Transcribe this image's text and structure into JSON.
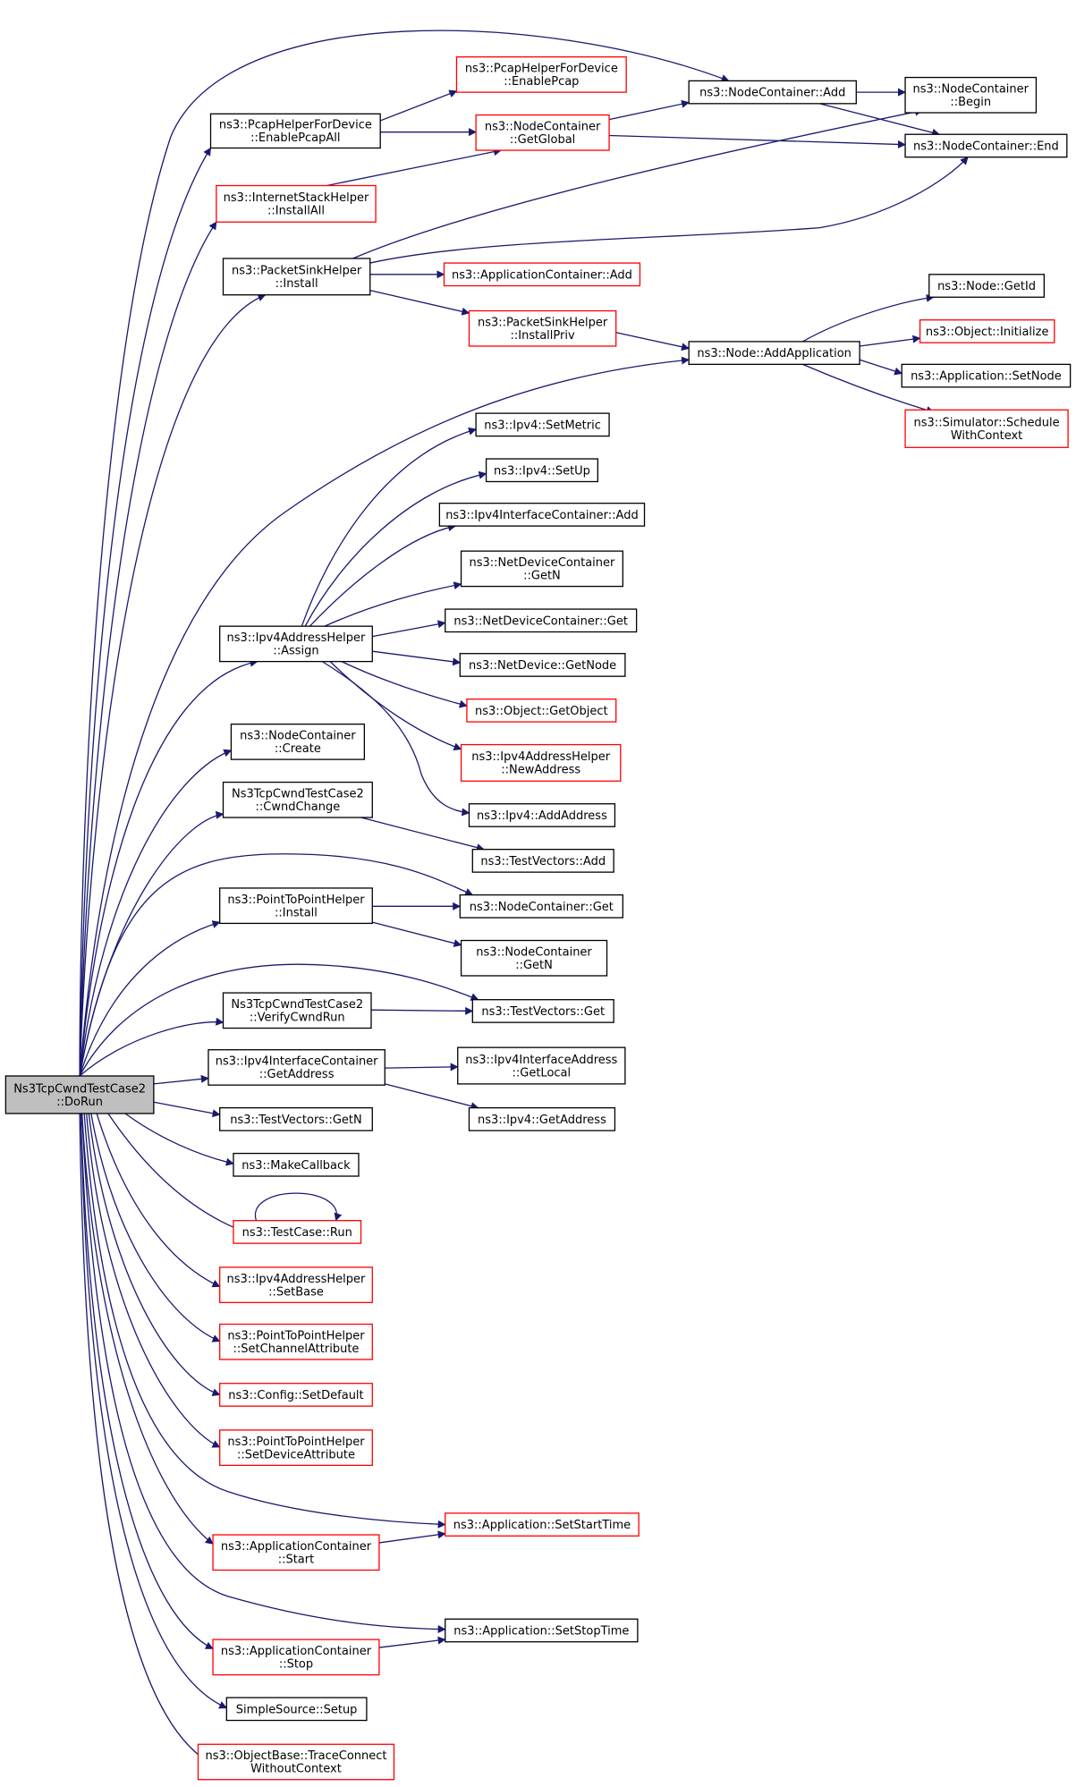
{
  "colors": {
    "edge": "#191970",
    "node_border_documented": "#000000",
    "node_border_undocumented": "#ff0000",
    "root_fill": "#bfbfbf",
    "node_fill": "#ffffff"
  },
  "root": {
    "id": "root",
    "lines": [
      "Ns3TcpCwndTestCase2",
      "::DoRun"
    ]
  },
  "nodes": [
    {
      "id": "n_pcap_all",
      "lines": [
        "ns3::PcapHelperForDevice",
        "::EnablePcapAll"
      ],
      "border": "black"
    },
    {
      "id": "n_inet_all",
      "lines": [
        "ns3::InternetStackHelper",
        "::InstallAll"
      ],
      "border": "red"
    },
    {
      "id": "n_pkt_install",
      "lines": [
        "ns3::PacketSinkHelper",
        "::Install"
      ],
      "border": "black"
    },
    {
      "id": "n_ipv4_assign",
      "lines": [
        "ns3::Ipv4AddressHelper",
        "::Assign"
      ],
      "border": "black"
    },
    {
      "id": "n_nc_create",
      "lines": [
        "ns3::NodeContainer",
        "::Create"
      ],
      "border": "black"
    },
    {
      "id": "n_cwnd_change",
      "lines": [
        "Ns3TcpCwndTestCase2",
        "::CwndChange"
      ],
      "border": "black"
    },
    {
      "id": "n_p2p_install",
      "lines": [
        "ns3::PointToPointHelper",
        "::Install"
      ],
      "border": "black"
    },
    {
      "id": "n_verify",
      "lines": [
        "Ns3TcpCwndTestCase2",
        "::VerifyCwndRun"
      ],
      "border": "black"
    },
    {
      "id": "n_ifc_getaddr",
      "lines": [
        "ns3::Ipv4InterfaceContainer",
        "::GetAddress"
      ],
      "border": "black"
    },
    {
      "id": "n_tv_getn",
      "lines": [
        "ns3::TestVectors::GetN"
      ],
      "border": "black"
    },
    {
      "id": "n_makecb",
      "lines": [
        "ns3::MakeCallback"
      ],
      "border": "black"
    },
    {
      "id": "n_tc_run",
      "lines": [
        "ns3::TestCase::Run"
      ],
      "border": "red"
    },
    {
      "id": "n_ipv4_setbase",
      "lines": [
        "ns3::Ipv4AddressHelper",
        "::SetBase"
      ],
      "border": "red"
    },
    {
      "id": "n_p2p_chattr",
      "lines": [
        "ns3::PointToPointHelper",
        "::SetChannelAttribute"
      ],
      "border": "red"
    },
    {
      "id": "n_cfg_default",
      "lines": [
        "ns3::Config::SetDefault"
      ],
      "border": "red"
    },
    {
      "id": "n_p2p_devattr",
      "lines": [
        "ns3::PointToPointHelper",
        "::SetDeviceAttribute"
      ],
      "border": "red"
    },
    {
      "id": "n_ac_start",
      "lines": [
        "ns3::ApplicationContainer",
        "::Start"
      ],
      "border": "red"
    },
    {
      "id": "n_ac_stop",
      "lines": [
        "ns3::ApplicationContainer",
        "::Stop"
      ],
      "border": "red"
    },
    {
      "id": "n_ss_setup",
      "lines": [
        "SimpleSource::Setup"
      ],
      "border": "black"
    },
    {
      "id": "n_trace",
      "lines": [
        "ns3::ObjectBase::TraceConnect",
        "WithoutContext"
      ],
      "border": "red"
    },
    {
      "id": "n_pcap_enable",
      "lines": [
        "ns3::PcapHelperForDevice",
        "::EnablePcap"
      ],
      "border": "red"
    },
    {
      "id": "n_nc_global",
      "lines": [
        "ns3::NodeContainer",
        "::GetGlobal"
      ],
      "border": "red"
    },
    {
      "id": "n_appc_add",
      "lines": [
        "ns3::ApplicationContainer::Add"
      ],
      "border": "red"
    },
    {
      "id": "n_pkt_priv",
      "lines": [
        "ns3::PacketSinkHelper",
        "::InstallPriv"
      ],
      "border": "red"
    },
    {
      "id": "n_nc_add",
      "lines": [
        "ns3::NodeContainer::Add"
      ],
      "border": "black"
    },
    {
      "id": "n_node_addapp",
      "lines": [
        "ns3::Node::AddApplication"
      ],
      "border": "black"
    },
    {
      "id": "n_ipv4_setmetric",
      "lines": [
        "ns3::Ipv4::SetMetric"
      ],
      "border": "black"
    },
    {
      "id": "n_ipv4_setup",
      "lines": [
        "ns3::Ipv4::SetUp"
      ],
      "border": "black"
    },
    {
      "id": "n_ifc_add",
      "lines": [
        "ns3::Ipv4InterfaceContainer::Add"
      ],
      "border": "black"
    },
    {
      "id": "n_ndc_getn",
      "lines": [
        "ns3::NetDeviceContainer",
        "::GetN"
      ],
      "border": "black"
    },
    {
      "id": "n_ndc_get",
      "lines": [
        "ns3::NetDeviceContainer::Get"
      ],
      "border": "black"
    },
    {
      "id": "n_nd_getnode",
      "lines": [
        "ns3::NetDevice::GetNode"
      ],
      "border": "black"
    },
    {
      "id": "n_obj_getobject",
      "lines": [
        "ns3::Object::GetObject"
      ],
      "border": "red"
    },
    {
      "id": "n_ipv4_newaddr",
      "lines": [
        "ns3::Ipv4AddressHelper",
        "::NewAddress"
      ],
      "border": "red"
    },
    {
      "id": "n_ipv4_addaddr",
      "lines": [
        "ns3::Ipv4::AddAddress"
      ],
      "border": "black"
    },
    {
      "id": "n_tv_add",
      "lines": [
        "ns3::TestVectors::Add"
      ],
      "border": "black"
    },
    {
      "id": "n_nc_get",
      "lines": [
        "ns3::NodeContainer::Get"
      ],
      "border": "black"
    },
    {
      "id": "n_nc_getn",
      "lines": [
        "ns3::NodeContainer",
        "::GetN"
      ],
      "border": "black"
    },
    {
      "id": "n_tv_get",
      "lines": [
        "ns3::TestVectors::Get"
      ],
      "border": "black"
    },
    {
      "id": "n_ifa_getlocal",
      "lines": [
        "ns3::Ipv4InterfaceAddress",
        "::GetLocal"
      ],
      "border": "black"
    },
    {
      "id": "n_ipv4_getaddr",
      "lines": [
        "ns3::Ipv4::GetAddress"
      ],
      "border": "black"
    },
    {
      "id": "n_app_setstart",
      "lines": [
        "ns3::Application::SetStartTime"
      ],
      "border": "red"
    },
    {
      "id": "n_app_setstop",
      "lines": [
        "ns3::Application::SetStopTime"
      ],
      "border": "black"
    },
    {
      "id": "n_nc_begin",
      "lines": [
        "ns3::NodeContainer",
        "::Begin"
      ],
      "border": "black"
    },
    {
      "id": "n_nc_end",
      "lines": [
        "ns3::NodeContainer::End"
      ],
      "border": "black"
    },
    {
      "id": "n_node_getid",
      "lines": [
        "ns3::Node::GetId"
      ],
      "border": "black"
    },
    {
      "id": "n_obj_init",
      "lines": [
        "ns3::Object::Initialize"
      ],
      "border": "red"
    },
    {
      "id": "n_app_setnode",
      "lines": [
        "ns3::Application::SetNode"
      ],
      "border": "black"
    },
    {
      "id": "n_sim_schedule",
      "lines": [
        "ns3::Simulator::Schedule",
        "WithContext"
      ],
      "border": "red"
    }
  ],
  "edges": [
    [
      "root",
      "n_nc_add"
    ],
    [
      "root",
      "n_pcap_all"
    ],
    [
      "root",
      "n_inet_all"
    ],
    [
      "root",
      "n_pkt_install"
    ],
    [
      "root",
      "n_node_addapp"
    ],
    [
      "root",
      "n_ipv4_assign"
    ],
    [
      "root",
      "n_nc_create"
    ],
    [
      "root",
      "n_cwnd_change"
    ],
    [
      "root",
      "n_nc_get"
    ],
    [
      "root",
      "n_p2p_install"
    ],
    [
      "root",
      "n_tv_get"
    ],
    [
      "root",
      "n_verify"
    ],
    [
      "root",
      "n_ifc_getaddr"
    ],
    [
      "root",
      "n_tv_getn"
    ],
    [
      "root",
      "n_makecb"
    ],
    [
      "root",
      "n_tc_run"
    ],
    [
      "root",
      "n_ipv4_setbase"
    ],
    [
      "root",
      "n_p2p_chattr"
    ],
    [
      "root",
      "n_cfg_default"
    ],
    [
      "root",
      "n_p2p_devattr"
    ],
    [
      "root",
      "n_app_setstart"
    ],
    [
      "root",
      "n_ac_start"
    ],
    [
      "root",
      "n_app_setstop"
    ],
    [
      "root",
      "n_ac_stop"
    ],
    [
      "root",
      "n_ss_setup"
    ],
    [
      "root",
      "n_trace"
    ],
    [
      "n_pcap_all",
      "n_pcap_enable"
    ],
    [
      "n_pcap_all",
      "n_nc_global"
    ],
    [
      "n_inet_all",
      "n_nc_global"
    ],
    [
      "n_nc_global",
      "n_nc_add"
    ],
    [
      "n_nc_global",
      "n_nc_end"
    ],
    [
      "n_nc_add",
      "n_nc_begin"
    ],
    [
      "n_nc_add",
      "n_nc_end"
    ],
    [
      "n_pkt_install",
      "n_nc_begin"
    ],
    [
      "n_pkt_install",
      "n_nc_end"
    ],
    [
      "n_pkt_install",
      "n_appc_add"
    ],
    [
      "n_pkt_install",
      "n_pkt_priv"
    ],
    [
      "n_pkt_priv",
      "n_node_addapp"
    ],
    [
      "n_node_addapp",
      "n_node_getid"
    ],
    [
      "n_node_addapp",
      "n_obj_init"
    ],
    [
      "n_node_addapp",
      "n_app_setnode"
    ],
    [
      "n_node_addapp",
      "n_sim_schedule"
    ],
    [
      "n_ipv4_assign",
      "n_ipv4_setmetric"
    ],
    [
      "n_ipv4_assign",
      "n_ipv4_setup"
    ],
    [
      "n_ipv4_assign",
      "n_ifc_add"
    ],
    [
      "n_ipv4_assign",
      "n_ndc_getn"
    ],
    [
      "n_ipv4_assign",
      "n_ndc_get"
    ],
    [
      "n_ipv4_assign",
      "n_nd_getnode"
    ],
    [
      "n_ipv4_assign",
      "n_obj_getobject"
    ],
    [
      "n_ipv4_assign",
      "n_ipv4_newaddr"
    ],
    [
      "n_ipv4_assign",
      "n_ipv4_addaddr"
    ],
    [
      "n_cwnd_change",
      "n_tv_add"
    ],
    [
      "n_p2p_install",
      "n_nc_get"
    ],
    [
      "n_p2p_install",
      "n_nc_getn"
    ],
    [
      "n_verify",
      "n_tv_get"
    ],
    [
      "n_ifc_getaddr",
      "n_ifa_getlocal"
    ],
    [
      "n_ifc_getaddr",
      "n_ipv4_getaddr"
    ],
    [
      "n_tc_run",
      "n_tc_run"
    ],
    [
      "n_ac_start",
      "n_app_setstart"
    ],
    [
      "n_ac_stop",
      "n_app_setstop"
    ]
  ]
}
